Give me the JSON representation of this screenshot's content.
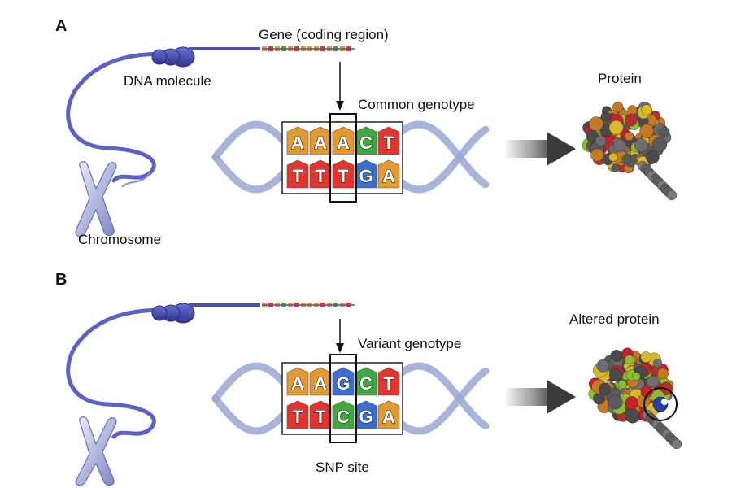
{
  "colors": {
    "A": "#e39a2e",
    "T": "#e2352e",
    "C": "#3ea93e",
    "G": "#3a6fd0",
    "dna_coil": "#4a4fb2",
    "helix": "#9aa7d4",
    "chromosome": "#b9bfe0"
  },
  "panel_a": {
    "letter": "A",
    "gene_label": "Gene (coding region)",
    "dna_label": "DNA molecule",
    "genotype_label": "Common genotype",
    "chromosome_label": "Chromosome",
    "protein_label": "Protein",
    "top_strand": [
      "A",
      "A",
      "A",
      "C",
      "T"
    ],
    "bottom_strand": [
      "T",
      "T",
      "T",
      "G",
      "A"
    ]
  },
  "panel_b": {
    "letter": "B",
    "genotype_label": "Variant genotype",
    "snp_label": "SNP site",
    "protein_label": "Altered protein",
    "top_strand": [
      "A",
      "A",
      "G",
      "C",
      "T"
    ],
    "bottom_strand": [
      "T",
      "T",
      "C",
      "G",
      "A"
    ]
  },
  "icons": {
    "chromosome": "chromosome-icon",
    "arrow": "gradient-arrow-icon",
    "protein": "protein-structure-icon"
  }
}
